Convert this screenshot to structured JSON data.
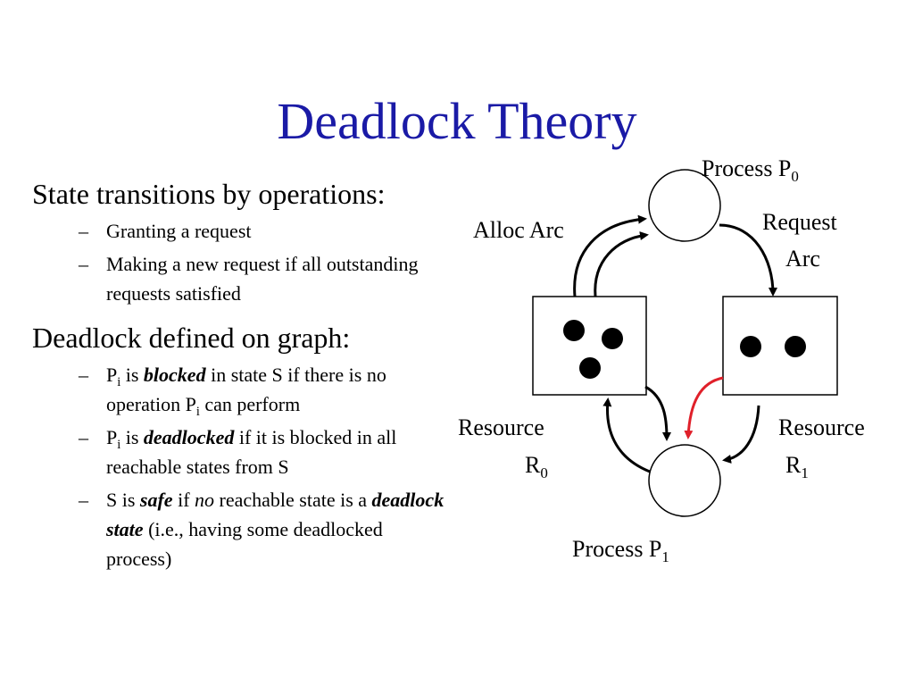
{
  "slide": {
    "title": "Deadlock Theory",
    "bullets": {
      "b1_text": "State transitions by operations:",
      "b1_sub1": "Granting a request",
      "b1_sub2": "Making a new request if all outstanding requests satisfied",
      "b2_text": "Deadlock defined on graph:",
      "b2_sub1": {
        "p": "P",
        "p_sub": "i",
        "is": " is ",
        "em": "blocked",
        "rest1": " in state S if there is no operation P",
        "rest_sub": "i",
        "rest2": " can perform"
      },
      "b2_sub2": {
        "p": "P",
        "p_sub": "i",
        "is": " is ",
        "em": "deadlocked",
        "rest": " if it is blocked in all reachable states from S"
      },
      "b2_sub3": {
        "s_is": "S is ",
        "safe": "safe",
        "if": " if ",
        "no": "no",
        "reach": " reachable state is a ",
        "dl_state": "deadlock state",
        "tail": " (i.e., having some deadlocked process)"
      },
      "dash": "–"
    }
  },
  "diagram": {
    "process0": {
      "label": "Process P",
      "sub": "0"
    },
    "process1": {
      "label": "Process P",
      "sub": "1"
    },
    "alloc_label": "Alloc Arc",
    "request_label_1": "Request",
    "request_label_2": "Arc",
    "resource0": {
      "label": "Resource",
      "name": "R",
      "sub": "0",
      "units": 3
    },
    "resource1": {
      "label": "Resource",
      "name": "R",
      "sub": "1",
      "units": 2
    },
    "colors": {
      "title": "#1a1aa6",
      "red_arc": "#e0202a"
    }
  }
}
